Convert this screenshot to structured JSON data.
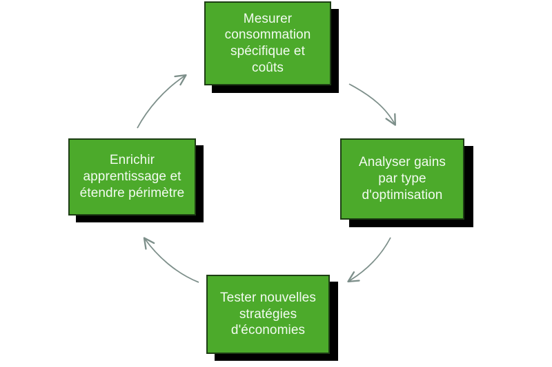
{
  "diagram": {
    "type": "cycle",
    "direction": "clockwise",
    "background_color": "#ffffff",
    "node_fill_color": "#4CAA2B",
    "node_border_color": "#1d3d14",
    "node_text_color": "#f2fbf0",
    "node_shadow_color": "#000000",
    "arrow_color": "#7d8f8a",
    "nodes": [
      {
        "id": "mesurer",
        "position": "top",
        "label": "Mesurer\nconsommation\nspécifique et\ncoûts"
      },
      {
        "id": "analyser",
        "position": "right",
        "label": "Analyser gains\npar type\nd'optimisation"
      },
      {
        "id": "tester",
        "position": "bottom",
        "label": "Tester nouvelles\nstratégies\nd'économies"
      },
      {
        "id": "enrichir",
        "position": "left",
        "label": "Enrichir\napprentissage et\nétendre périmètre"
      }
    ],
    "arrows": [
      {
        "id": "arrow-top-right",
        "from": "mesurer",
        "to": "analyser"
      },
      {
        "id": "arrow-bottom-right",
        "from": "analyser",
        "to": "tester"
      },
      {
        "id": "arrow-bottom-left",
        "from": "tester",
        "to": "enrichir"
      },
      {
        "id": "arrow-top-left",
        "from": "enrichir",
        "to": "mesurer"
      }
    ]
  }
}
